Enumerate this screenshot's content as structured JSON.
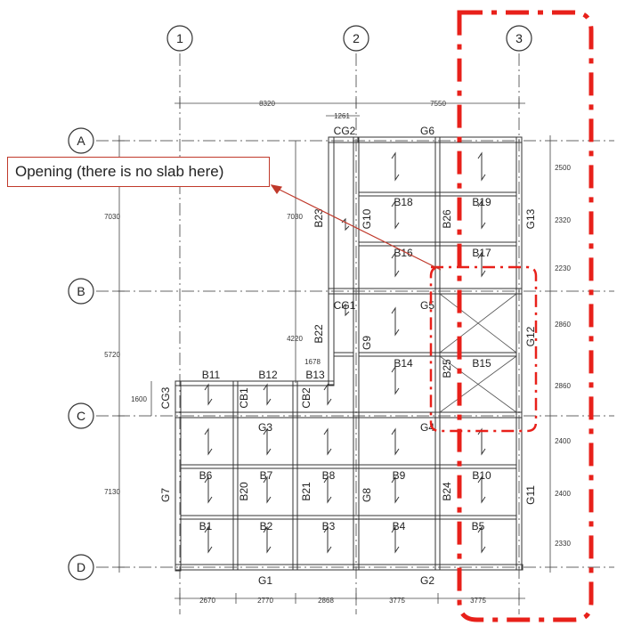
{
  "callout": {
    "text": "Opening (there is no slab here)"
  },
  "grid_columns": [
    "1",
    "2",
    "3"
  ],
  "grid_rows": [
    "A",
    "B",
    "C",
    "D"
  ],
  "dims_top": [
    "8320",
    "7550",
    "1261"
  ],
  "dims_left": [
    "7030",
    "5720",
    "7130",
    "1600"
  ],
  "dims_inner": [
    "7030",
    "4220",
    "1678"
  ],
  "dims_right": [
    "2500",
    "2320",
    "2230",
    "2860",
    "2860",
    "2400",
    "2400",
    "2330"
  ],
  "dims_bottom": [
    "2670",
    "2770",
    "2868",
    "3775",
    "3775"
  ],
  "labels": {
    "CG2": "CG2",
    "CG1": "CG1",
    "CG3": "CG3",
    "G1": "G1",
    "G2": "G2",
    "G3": "G3",
    "G4": "G4",
    "G5": "G5",
    "G6": "G6",
    "G7": "G7",
    "G8": "G8",
    "G9": "G9",
    "G10": "G10",
    "G11": "G11",
    "G12": "G12",
    "G13": "G13",
    "CB1": "CB1",
    "CB2": "CB2",
    "B1": "B1",
    "B2": "B2",
    "B3": "B3",
    "B4": "B4",
    "B5": "B5",
    "B6": "B6",
    "B7": "B7",
    "B8": "B8",
    "B9": "B9",
    "B10": "B10",
    "B11": "B11",
    "B12": "B12",
    "B13": "B13",
    "B14": "B14",
    "B15": "B15",
    "B16": "B16",
    "B17": "B17",
    "B18": "B18",
    "B19": "B19",
    "B20": "B20",
    "B21": "B21",
    "B22": "B22",
    "B23": "B23",
    "B24": "B24",
    "B25": "B25",
    "B26": "B26"
  },
  "colors": {
    "line": "#333333",
    "highlight": "#e8201a",
    "callout_border": "#c0392b"
  }
}
